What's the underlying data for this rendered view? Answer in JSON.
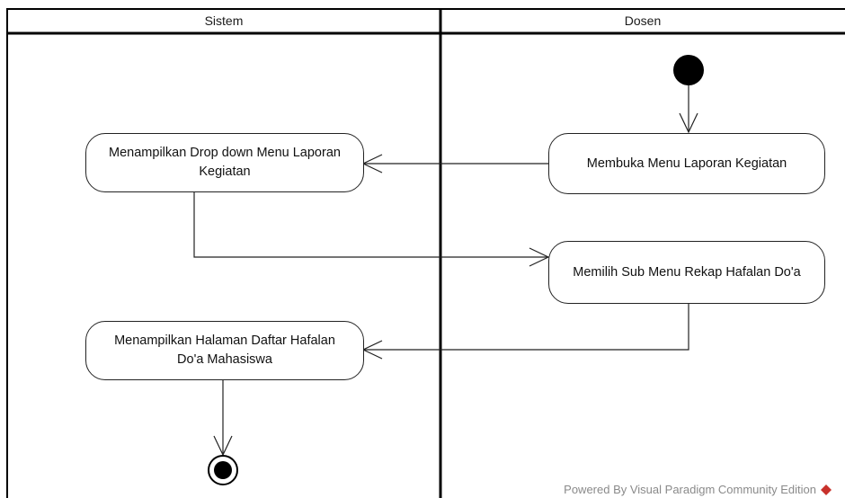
{
  "diagram": {
    "type": "activity-diagram-swimlanes",
    "lanes": [
      {
        "id": "sistem",
        "title": "Sistem"
      },
      {
        "id": "dosen",
        "title": "Dosen"
      }
    ],
    "actions": [
      {
        "id": "a1",
        "lane": "dosen",
        "label": "Membuka Menu Laporan Kegiatan"
      },
      {
        "id": "a2",
        "lane": "sistem",
        "label": "Menampilkan Drop down Menu Laporan Kegiatan"
      },
      {
        "id": "a3",
        "lane": "dosen",
        "label": "Memilih Sub Menu Rekap Hafalan Do'a"
      },
      {
        "id": "a4",
        "lane": "sistem",
        "label": "Menampilkan Halaman Daftar Hafalan Do'a Mahasiswa"
      }
    ],
    "flows": [
      {
        "from": "start",
        "to": "a1"
      },
      {
        "from": "a1",
        "to": "a2"
      },
      {
        "from": "a2",
        "to": "a3"
      },
      {
        "from": "a3",
        "to": "a4"
      },
      {
        "from": "a4",
        "to": "end"
      }
    ]
  },
  "watermark": {
    "text": "Powered By  Visual Paradigm Community Edition",
    "icon": "visual-paradigm-logo-icon",
    "icon_color": "#c8312b"
  }
}
